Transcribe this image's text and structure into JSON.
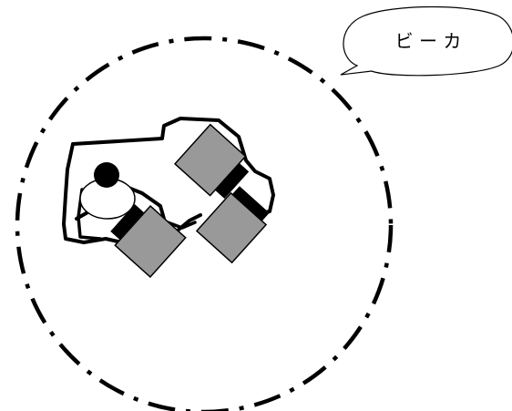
{
  "callout": {
    "label": "ビ ー カ"
  },
  "colors": {
    "stroke": "#000000",
    "background": "#ffffff",
    "electrode_fill": "#999999",
    "bulb_fill": "#000000",
    "base_fill": "#ffffff"
  },
  "components": {
    "vessel": "beaker",
    "electrode_count": 3,
    "sensor": "bulb-on-base"
  }
}
